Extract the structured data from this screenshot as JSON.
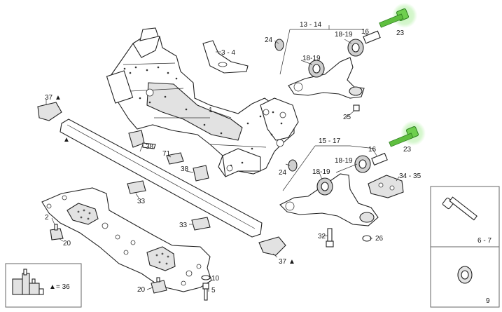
{
  "colors": {
    "line": "#222222",
    "highlight_part": "#5fbf3f",
    "highlight_glow": "#b6f0a8",
    "panel_border": "#666666"
  },
  "callouts": {
    "frame_main": "1",
    "skid_plate": "2",
    "bracket_3_4": "3 - 4",
    "bolt_5": "5",
    "bolt_6_7": "6 - 7",
    "nut_9": "9",
    "washer_10": "10",
    "upper_arm_13_14": "13 - 14",
    "lower_arm_15_17": "15 - 17",
    "sleeve_16_top": "16",
    "sleeve_16_bottom": "16",
    "bush_18_19_a": "18-19",
    "bush_18_19_b": "18-19",
    "bush_18_19_c": "18-19",
    "bush_18_19_d": "18-19",
    "mount_20_left": "20",
    "mount_20_bottom": "20",
    "highlight_bolt_top": "23",
    "highlight_bolt_bottom": "23",
    "nut_24_top": "24",
    "nut_24_bottom": "24",
    "grease_25": "25",
    "grease_26": "26",
    "bolt_32": "32",
    "pad_33_a": "33",
    "pad_33_b": "33",
    "bracket_34_35": "34 - 35",
    "pad_37_top": "37",
    "pad_37_bottom": "37",
    "mount_38_a": "38",
    "mount_38_b": "38",
    "pad_71": "71"
  },
  "legend": {
    "triangle_symbol": "▲",
    "triangle_equals": "= 36"
  },
  "icons": [
    "triangle-marker-icon",
    "assembly-kit-icon",
    "flange-bolt-icon",
    "flange-nut-icon"
  ]
}
